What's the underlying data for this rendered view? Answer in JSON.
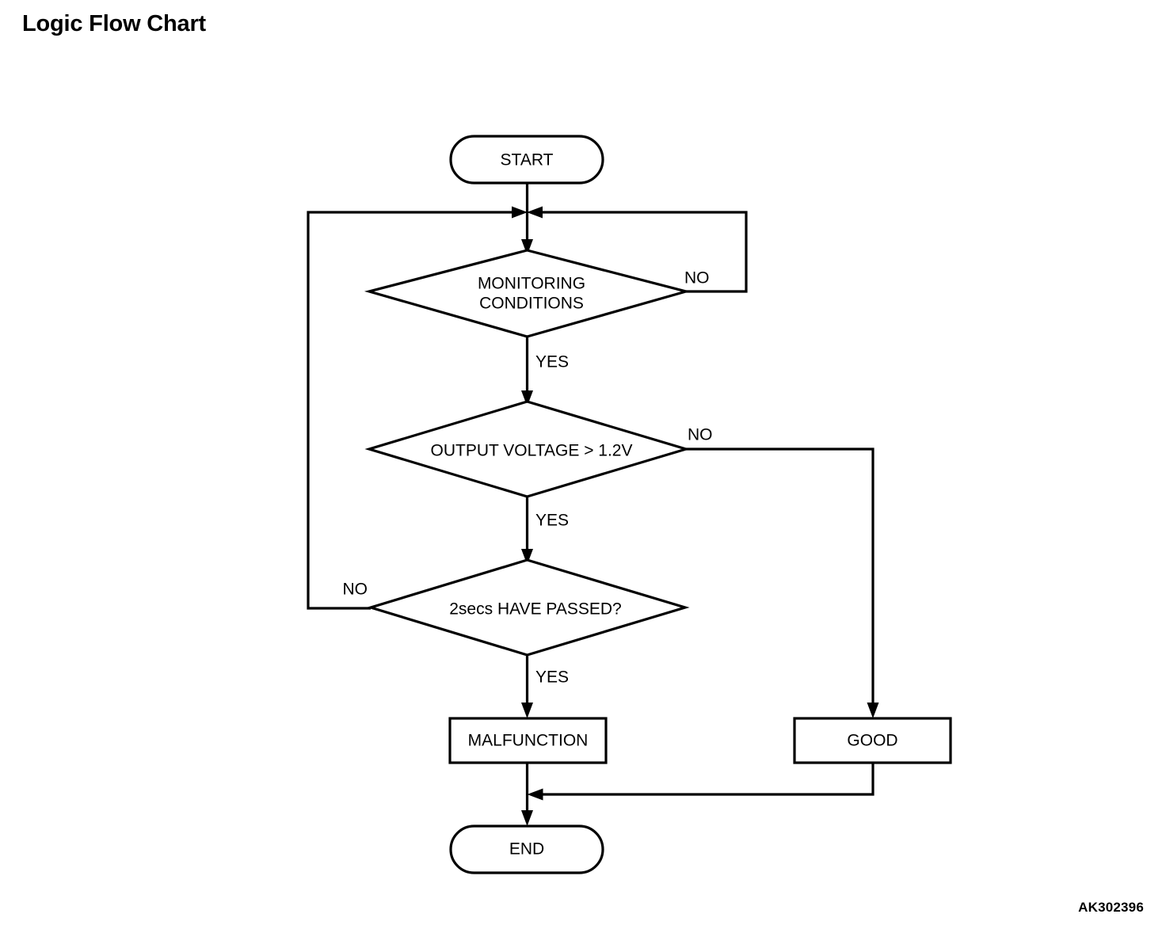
{
  "page": {
    "title": "Logic Flow Chart",
    "figure_id": "AK302396",
    "background_color": "#ffffff",
    "line_color": "#000000"
  },
  "chart_data": {
    "type": "diagram",
    "title": "Logic Flow Chart",
    "nodes": [
      {
        "id": "start",
        "shape": "terminator",
        "label": "START"
      },
      {
        "id": "monitoring",
        "shape": "decision",
        "label": "MONITORING CONDITIONS",
        "label_line1": "MONITORING",
        "label_line2": "CONDITIONS"
      },
      {
        "id": "voltage",
        "shape": "decision",
        "label": "OUTPUT VOLTAGE > 1.2V"
      },
      {
        "id": "twosecs",
        "shape": "decision",
        "label": "2secs HAVE PASSED?"
      },
      {
        "id": "malfunction",
        "shape": "process",
        "label": "MALFUNCTION"
      },
      {
        "id": "good",
        "shape": "process",
        "label": "GOOD"
      },
      {
        "id": "end",
        "shape": "terminator",
        "label": "END"
      }
    ],
    "edges": [
      {
        "from": "start",
        "to": "monitoring",
        "label": ""
      },
      {
        "from": "monitoring",
        "to": "monitoring",
        "label": "NO",
        "label_id": "no-monitoring"
      },
      {
        "from": "monitoring",
        "to": "voltage",
        "label": "YES",
        "label_id": "yes-monitoring"
      },
      {
        "from": "voltage",
        "to": "good",
        "label": "NO",
        "label_id": "no-voltage"
      },
      {
        "from": "voltage",
        "to": "twosecs",
        "label": "YES",
        "label_id": "yes-voltage"
      },
      {
        "from": "twosecs",
        "to": "monitoring",
        "label": "NO",
        "label_id": "no-twosecs"
      },
      {
        "from": "twosecs",
        "to": "malfunction",
        "label": "YES",
        "label_id": "yes-twosecs"
      },
      {
        "from": "malfunction",
        "to": "end",
        "label": ""
      },
      {
        "from": "good",
        "to": "end",
        "label": ""
      }
    ]
  },
  "labels": {
    "start": "START",
    "monitoring_line1": "MONITORING",
    "monitoring_line2": "CONDITIONS",
    "voltage": "OUTPUT VOLTAGE > 1.2V",
    "twosecs": "2secs HAVE PASSED?",
    "malfunction": "MALFUNCTION",
    "good": "GOOD",
    "end": "END",
    "no_monitoring": "NO",
    "yes_monitoring": "YES",
    "no_voltage": "NO",
    "yes_voltage": "YES",
    "no_twosecs": "NO",
    "yes_twosecs": "YES"
  }
}
